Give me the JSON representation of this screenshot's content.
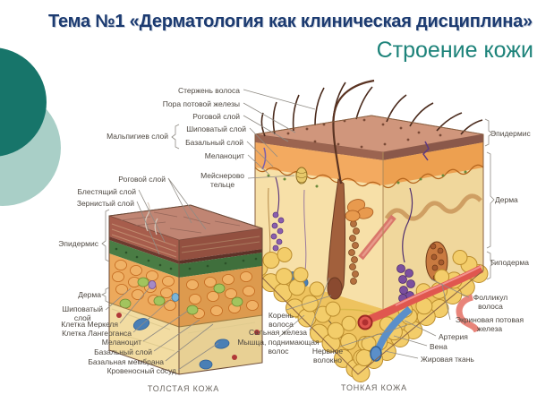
{
  "slide": {
    "title": "Тема №1 «Дерматология как клиническая дисциплина»",
    "subtitle": "Строение кожи"
  },
  "colors": {
    "title": "#1b3a70",
    "subtitle": "#1d837a",
    "deco_circle_dark": "#17756a",
    "deco_circle_light": "#a9cfc7",
    "label_text": "#4d4740"
  },
  "diagram": {
    "thin_left_labels": [
      "Стержень волоса",
      "Пора потовой железы",
      "Роговой слой",
      "Шиповатый слой",
      "Базальный слой",
      "Мальпигиев слой",
      "Меланоцит",
      "Мейснерово\nтельце"
    ],
    "thick_labels": [
      "Роговой слой",
      "Блестящий слой",
      "Зернистый слой",
      "Эпидермис",
      "Дерма",
      "Шиповатый\nслой",
      "Клетка Меркеля",
      "Клетка Лангерганса",
      "Меланоцит",
      "Базальный слой",
      "Базальная мембрана",
      "Кровеносный сосуд"
    ],
    "thin_right_labels": [
      "Эпидермис",
      "Дерма",
      "Гиподерма",
      "Фолликул\nволоса",
      "Экриновая потовая\nжелеза",
      "Артерия",
      "Вена",
      "Жировая ткань"
    ],
    "thin_bottom_labels": [
      "Корень\nволоса",
      "Сальная железа",
      "Мышца, поднимающая\nволос",
      "Нервное\nволокно"
    ],
    "caption_thick": "ТОЛСТАЯ КОЖА",
    "caption_thin": "ТОНКАЯ КОЖА"
  }
}
